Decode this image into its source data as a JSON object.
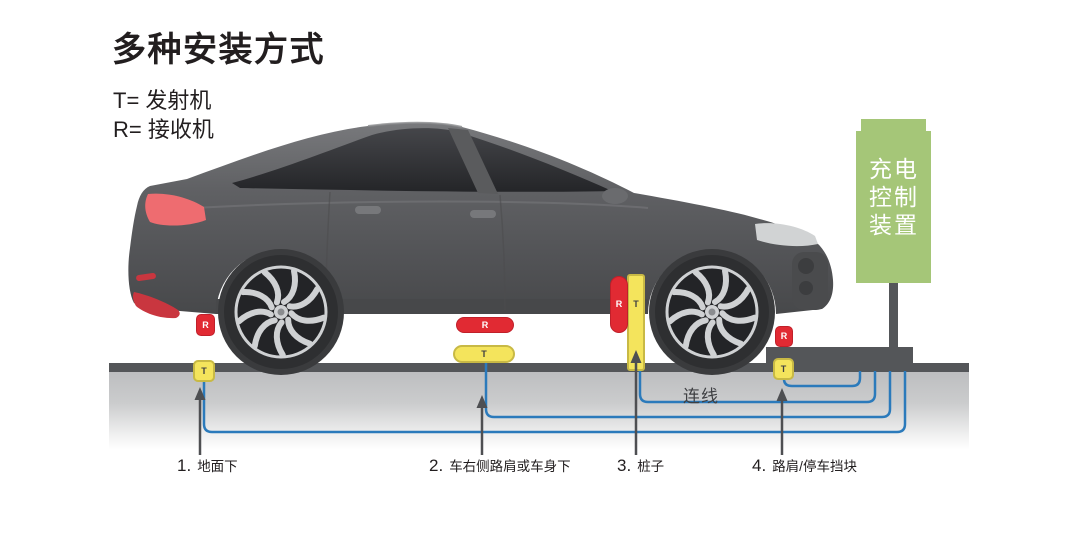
{
  "title": "多种安装方式",
  "legend": {
    "line1": "T= 发射机",
    "line2": "R= 接收机"
  },
  "charging_station": {
    "line1": "充电",
    "line2": "控制",
    "line3": "装置"
  },
  "wire_label": "连线",
  "marker_letters": {
    "t": "T",
    "r": "R"
  },
  "installation_points": [
    {
      "number": "1.",
      "label": "地面下"
    },
    {
      "number": "2.",
      "label": "车右侧路肩或车身下"
    },
    {
      "number": "3.",
      "label": "桩子"
    },
    {
      "number": "4.",
      "label": "路肩/停车挡块"
    }
  ],
  "colors": {
    "marker_red": "#e12a33",
    "marker_yellow": "#f4e45c",
    "wire_blue": "#2b7abb",
    "station_green": "#a5c678",
    "ground_gray": "#545659",
    "car_body_gray": "#58595b"
  }
}
